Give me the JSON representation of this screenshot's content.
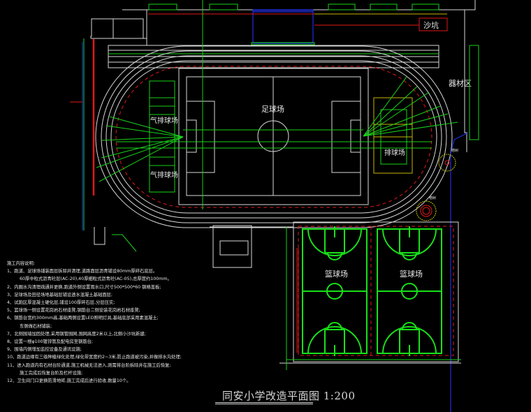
{
  "drawing": {
    "title": "同安小学改造平面图 1:200",
    "labels": {
      "football": "足球场",
      "air_volleyball_1": "气排球场",
      "air_volleyball_2": "气排球场",
      "volleyball": "排球场",
      "basketball_1": "篮球场",
      "basketball_2": "篮球场",
      "equipment": "器材区",
      "sandpit": "沙坑",
      "tree_1": "榕树",
      "tree_2": "榕树"
    }
  },
  "notes": {
    "heading": "施工内容说明:",
    "items": [
      "1、跑道、足球场铺装面层拆除并清理,道路面层沥青铺设80mm厚碎石底层。",
      "60厚中粒式沥青砼层(AC-20),40厚细粒式沥青砼(AC-05),总厚度约100mm。",
      "2、内圈水沟清理疏通并更换,跑道外侧设置雨水口,尺寸500*500*60 钢格盖板;",
      "3、足球场及田径场地基础层铺设透水混凝土基础面层;",
      "4、试跑区厚混凝土硬化层,铺设100厚碎石层,分层压实;",
      "5、篮球场一侧设置花岗岩石材座凳,钢筋台二侧安装花岗岩石材座凳;",
      "6、钢筋台宽约300mm高,基础两侧设置LED照明灯具,基础底部采用素混凝土;",
      "东侧做石材铺装;",
      "7、北侧围墙加固处理,采用钢管围网,围网高度2米以上,北侧小沙坑新建;",
      "8、设置一根φ100镀锌管及配电房至钢筋台;",
      "9、围墙内侧增加监控设备及通讯设施;",
      "10、跑道边缘有三级种植绿化处理,绿化带宽度约2~3米,防止跑道被污染,并做排水沟处理;",
      "11、进入跑道内有石材台阶通道,施工机械无法进入,则需将台阶拆除并在施工后恢复;",
      "施工完成后恢复台阶及栏杆设施;",
      "12、卫生间门口更换防滑地砖,施工完成后进行验收,数量10个。"
    ]
  },
  "colors": {
    "background": "#000000",
    "track": "#d8d8d8",
    "green": "#19d219",
    "red": "#e01818",
    "yellow": "#c8b400",
    "blue": "#2030e0"
  }
}
